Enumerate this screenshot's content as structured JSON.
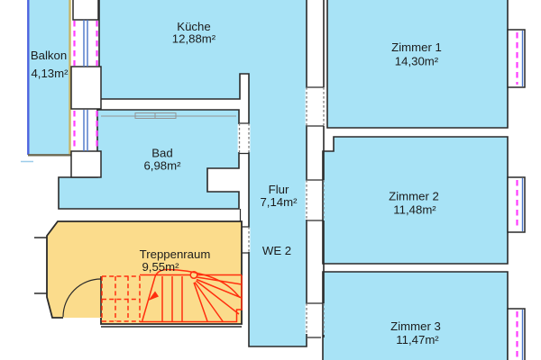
{
  "plan": {
    "unit_label": "WE 2",
    "rooms": [
      {
        "id": "balkon",
        "name": "Balkon",
        "area": "4,13m²"
      },
      {
        "id": "kueche",
        "name": "Küche",
        "area": "12,88m²"
      },
      {
        "id": "zimmer1",
        "name": "Zimmer 1",
        "area": "14,30m²"
      },
      {
        "id": "bad",
        "name": "Bad",
        "area": "6,98m²"
      },
      {
        "id": "flur",
        "name": "Flur",
        "area": "7,14m²"
      },
      {
        "id": "zimmer2",
        "name": "Zimmer 2",
        "area": "11,48m²"
      },
      {
        "id": "treppenraum",
        "name": "Treppenraum",
        "area": "9,55m²"
      },
      {
        "id": "zimmer3",
        "name": "Zimmer 3",
        "area": "11,47m²"
      }
    ],
    "colors": {
      "room_fill": "#A8E3F6",
      "stairwell_fill": "#FBDC8C",
      "stair_symbol_red": "#FF2E0E",
      "window_symbol_magenta": "#FF3DFF",
      "wall_line": "#2A2A2A",
      "balcony_edge_blue": "#4E63DE",
      "balcony_edge_tan": "#C6B567",
      "glass_blue": "#4A74C8"
    }
  }
}
